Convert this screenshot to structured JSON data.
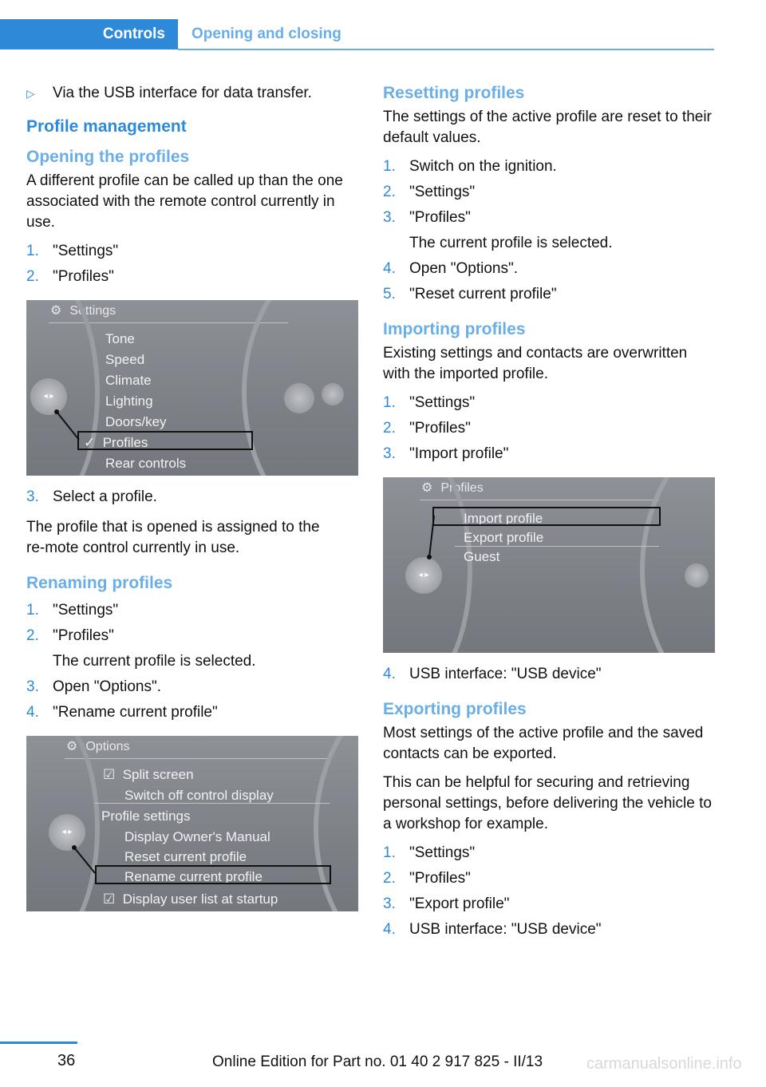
{
  "header": {
    "active_tab": "Controls",
    "tab": "Opening and closing"
  },
  "left": {
    "bullet": "Via the USB interface for data transfer.",
    "heading": "Profile management",
    "opening": {
      "title": "Opening the profiles",
      "text": "A different profile can be called up than the one associated with the remote control currently in use.",
      "steps": [
        "\"Settings\"",
        "\"Profiles\""
      ],
      "screen": {
        "title": "Settings",
        "items": [
          "Tone",
          "Speed",
          "Climate",
          "Lighting",
          "Doors/key",
          "Profiles",
          "Rear controls"
        ]
      },
      "step3": "Select a profile.",
      "after": "The profile that is opened is assigned to the re‑mote control currently in use."
    },
    "renaming": {
      "title": "Renaming profiles",
      "steps": [
        "\"Settings\"",
        "\"Profiles\"",
        "Open \"Options\".",
        "\"Rename current profile\""
      ],
      "step2_sub": "The current profile is selected.",
      "screen": {
        "title": "Options",
        "items": [
          "Split screen",
          "Switch off control display",
          "Profile settings",
          "Display Owner's Manual",
          "Reset current profile",
          "Rename current profile",
          "Display user list at startup"
        ]
      }
    }
  },
  "right": {
    "resetting": {
      "title": "Resetting profiles",
      "text": "The settings of the active profile are reset to their default values.",
      "steps": [
        "Switch on the ignition.",
        "\"Settings\"",
        "\"Profiles\"",
        "Open \"Options\".",
        "\"Reset current profile\""
      ],
      "step3_sub": "The current profile is selected."
    },
    "importing": {
      "title": "Importing profiles",
      "text": "Existing settings and contacts are overwritten with the imported profile.",
      "steps": [
        "\"Settings\"",
        "\"Profiles\"",
        "\"Import profile\""
      ],
      "screen": {
        "title": "Profiles",
        "items": [
          "Import profile",
          "Export profile",
          "Guest"
        ]
      },
      "step4": "USB interface: \"USB device\""
    },
    "exporting": {
      "title": "Exporting profiles",
      "text1": "Most settings of the active profile and the saved contacts can be exported.",
      "text2": "This can be helpful for securing and retrieving personal settings, before delivering the vehicle to a workshop for example.",
      "steps": [
        "\"Settings\"",
        "\"Profiles\"",
        "\"Export profile\"",
        "USB interface: \"USB device\""
      ]
    }
  },
  "footer": {
    "page": "36",
    "edition": "Online Edition for Part no. 01 40 2 917 825 - II/13",
    "watermark": "carmanualsonline.info"
  },
  "colors": {
    "accent": "#2e8ad8",
    "accent_light": "#6aaee8"
  }
}
